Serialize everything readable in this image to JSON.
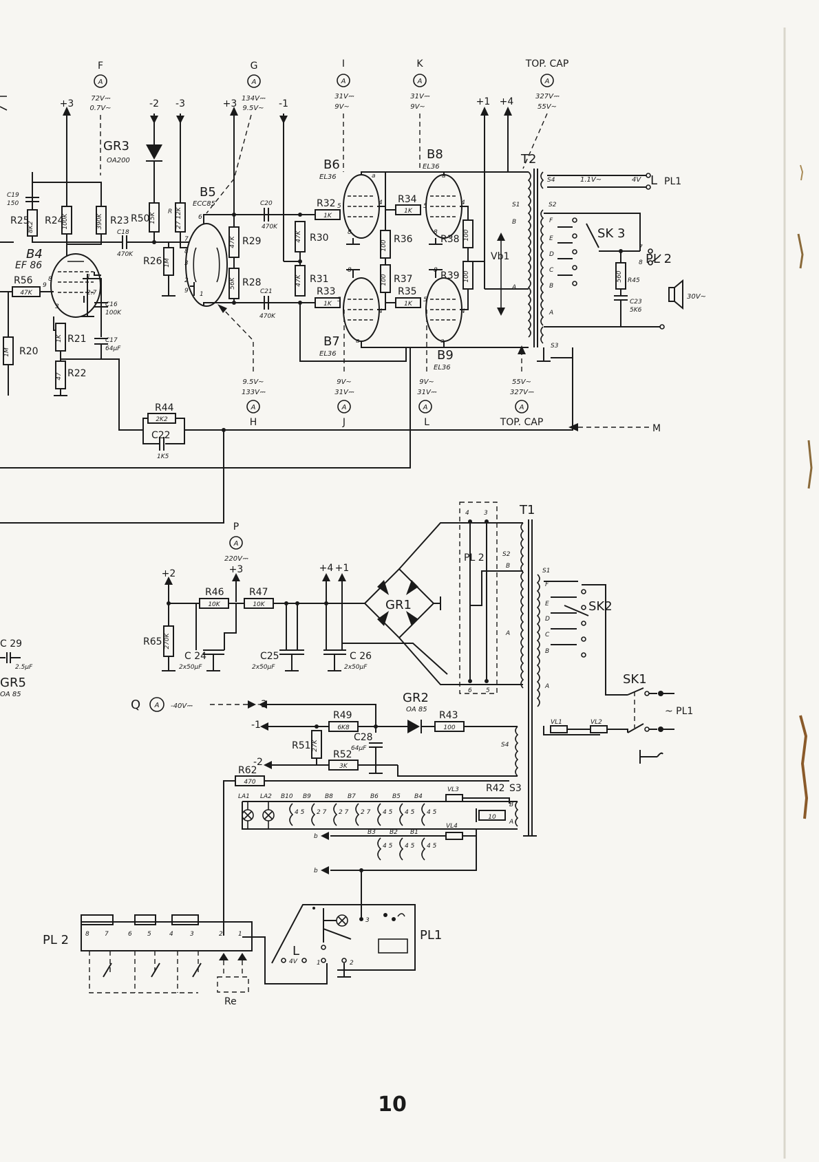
{
  "page_number": "10",
  "amplifier": {
    "tubes": {
      "B4": {
        "name": "B4",
        "type": "EF 86"
      },
      "B5": {
        "name": "B5",
        "type": "ECC85"
      },
      "B6": {
        "name": "B6",
        "type": "EL36"
      },
      "B7": {
        "name": "B7",
        "type": "EL36"
      },
      "B8": {
        "name": "B8",
        "type": "EL36"
      },
      "B9": {
        "name": "B9",
        "type": "EL36"
      }
    },
    "diode_gr3": {
      "name": "GR3",
      "type": "OA200"
    },
    "resistors": {
      "R20": {
        "name": "R20",
        "value": "1M"
      },
      "R21": {
        "name": "R21",
        "value": "1K"
      },
      "R22": {
        "name": "R22",
        "value": "47"
      },
      "R23": {
        "name": "R23",
        "value": "390K"
      },
      "R24": {
        "name": "R24",
        "value": "100K"
      },
      "R25": {
        "name": "R25",
        "value": "8K2"
      },
      "R26": {
        "name": "R26",
        "value": "1M"
      },
      "R27": {
        "name": "R",
        "value": "27 12K"
      },
      "R28": {
        "name": "R28",
        "value": "56K"
      },
      "R29": {
        "name": "R29",
        "value": "47K"
      },
      "R30": {
        "name": "R30",
        "value": "47K"
      },
      "R31": {
        "name": "R31",
        "value": "47K"
      },
      "R32": {
        "name": "R32",
        "value": "1K"
      },
      "R33": {
        "name": "R33",
        "value": "1K"
      },
      "R34": {
        "name": "R34",
        "value": "1K"
      },
      "R35": {
        "name": "R35",
        "value": "1K"
      },
      "R36": {
        "name": "R36",
        "value": "100"
      },
      "R37": {
        "name": "R37",
        "value": "100"
      },
      "R38": {
        "name": "R38",
        "value": "100"
      },
      "R39": {
        "name": "R39",
        "value": "100"
      },
      "R44": {
        "name": "R44",
        "value": "2K2"
      },
      "R45": {
        "name": "R45",
        "value": "560"
      },
      "R50": {
        "name": "R50",
        "value": "15K"
      },
      "R56": {
        "name": "R56",
        "value": "47K"
      }
    },
    "capacitors": {
      "C16": {
        "name": "C16",
        "value": "100K"
      },
      "C17": {
        "name": "C17",
        "value": "64µF"
      },
      "C18": {
        "name": "C18",
        "value": "470K"
      },
      "C19": {
        "name": "C19",
        "value": "150"
      },
      "C20": {
        "name": "C20",
        "value": "470K"
      },
      "C21": {
        "name": "C21",
        "value": "470K"
      },
      "C22": {
        "name": "C22",
        "value": "1K5"
      },
      "C23": {
        "name": "C23",
        "value": "5K6"
      }
    },
    "rails": {
      "p3a": "+3",
      "m2": "-2",
      "m3": "-3",
      "p3b": "+3",
      "m1": "-1",
      "p1": "+1",
      "p4": "+4"
    },
    "points": {
      "F": {
        "letter": "F",
        "dc": "72V⎓",
        "ac": "0.7V~"
      },
      "G": {
        "letter": "G",
        "dc": "134V⎓",
        "ac": "9.5V~"
      },
      "I": {
        "letter": "I",
        "dc": "31V⎓",
        "ac": "9V~"
      },
      "K": {
        "letter": "K",
        "dc": "31V⎓",
        "ac": "9V~"
      },
      "TOP": {
        "letter": "TOP. CAP",
        "dc": "327V⎓",
        "ac": "55V~"
      },
      "H": {
        "letter": "H",
        "ac": "9.5V~",
        "dc": "133V⎓"
      },
      "J": {
        "letter": "J",
        "ac": "9V~",
        "dc": "31V⎓"
      },
      "L": {
        "letter": "L",
        "ac": "9V~",
        "dc": "31V⎓"
      },
      "TOP2": {
        "letter": "TOP. CAP",
        "ac": "55V~",
        "dc": "327V⎓"
      },
      "P": {
        "letter": "P",
        "dc": "220V⎓"
      }
    },
    "symbol_A": "A",
    "output": {
      "t2": "T2",
      "vb1": "Vb1",
      "s4": "S4",
      "s4_voltage": "1.1V~",
      "s4_4v": "4V",
      "l_label": "L",
      "pl1": "PL1",
      "s2": "S2",
      "s1": "S1",
      "s3": "S3",
      "sk3": "SK 3",
      "pl2": "PL 2",
      "pin7": "7",
      "pin8": "8",
      "speaker_voltage": "30V~",
      "m_label": "M",
      "taps": [
        "F",
        "E",
        "D",
        "C",
        "B",
        "A"
      ],
      "primary_b": "B",
      "primary_a": "A"
    }
  },
  "power_supply": {
    "t1": "T1",
    "pl2": "PL 2",
    "pins_top": [
      "4",
      "3"
    ],
    "pins_bottom": [
      "6",
      "5"
    ],
    "s2": "S2",
    "s2_b": "B",
    "s2_a": "A",
    "s1": "S1",
    "taps": [
      "F",
      "E",
      "D",
      "C",
      "B",
      "A"
    ],
    "sk2": "SK2",
    "sk1": "SK1",
    "pl1": "~ PL1",
    "gr1": "GR1",
    "gr2": {
      "name": "GR2",
      "type": "OA 85"
    },
    "gr5": {
      "name": "GR5",
      "type": "OA 85"
    },
    "c29": {
      "name": "C 29",
      "value": "2.5µF"
    },
    "rails": {
      "p2": "+2",
      "p3": "+3",
      "p4": "+4",
      "p1": "+1",
      "m3": "-3",
      "m1": "-1",
      "m2": "-2"
    },
    "q_label": "Q",
    "q_voltage": "-40V⎓",
    "resistors": {
      "R46": {
        "name": "R46",
        "value": "10K"
      },
      "R47": {
        "name": "R47",
        "value": "10K"
      },
      "R65": {
        "name": "R65",
        "value": "270K"
      },
      "R49": {
        "name": "R49",
        "value": "6K8"
      },
      "R43": {
        "name": "R43",
        "value": "100"
      },
      "R51": {
        "name": "R51",
        "value": "27K"
      },
      "R52": {
        "name": "R52",
        "value": "3K"
      },
      "R62": {
        "name": "R62",
        "value": "470"
      },
      "R42": {
        "name": "R42",
        "value": "10"
      }
    },
    "capacitors": {
      "C24": {
        "name": "C 24",
        "value": "2x50µF"
      },
      "C25": {
        "name": "C25",
        "value": "2x50µF"
      },
      "C26": {
        "name": "C 26",
        "value": "2x50µF"
      },
      "C28": {
        "name": "C28",
        "value": "64µF"
      }
    },
    "s4": "S4",
    "s3": "S3",
    "s3_b": "B",
    "s3_a": "A",
    "vl1": "VL1",
    "vl2": "VL2",
    "vl3": "VL3",
    "vl4": "VL4",
    "heater_row": [
      "LA1",
      "LA2",
      "B10",
      "B9",
      "B8",
      "B7",
      "B6",
      "B5",
      "B4"
    ],
    "heater_row2": [
      "B3",
      "B2",
      "B1"
    ],
    "heater_pins": [
      "4 5",
      "2 7",
      "2 7",
      "2 7",
      "4 5",
      "4 5",
      "4 5",
      "4 5"
    ],
    "b_label": "b",
    "connector_pl2": "PL 2",
    "connector_pl2_pins": [
      "8",
      "7",
      "6",
      "5",
      "4",
      "3",
      "2",
      "1"
    ],
    "relay": "Re",
    "connector_pl1": "PL1",
    "pl1_l": "L",
    "pl1_4v": "4V",
    "pl1_pins": [
      "3",
      "1",
      "2"
    ]
  }
}
